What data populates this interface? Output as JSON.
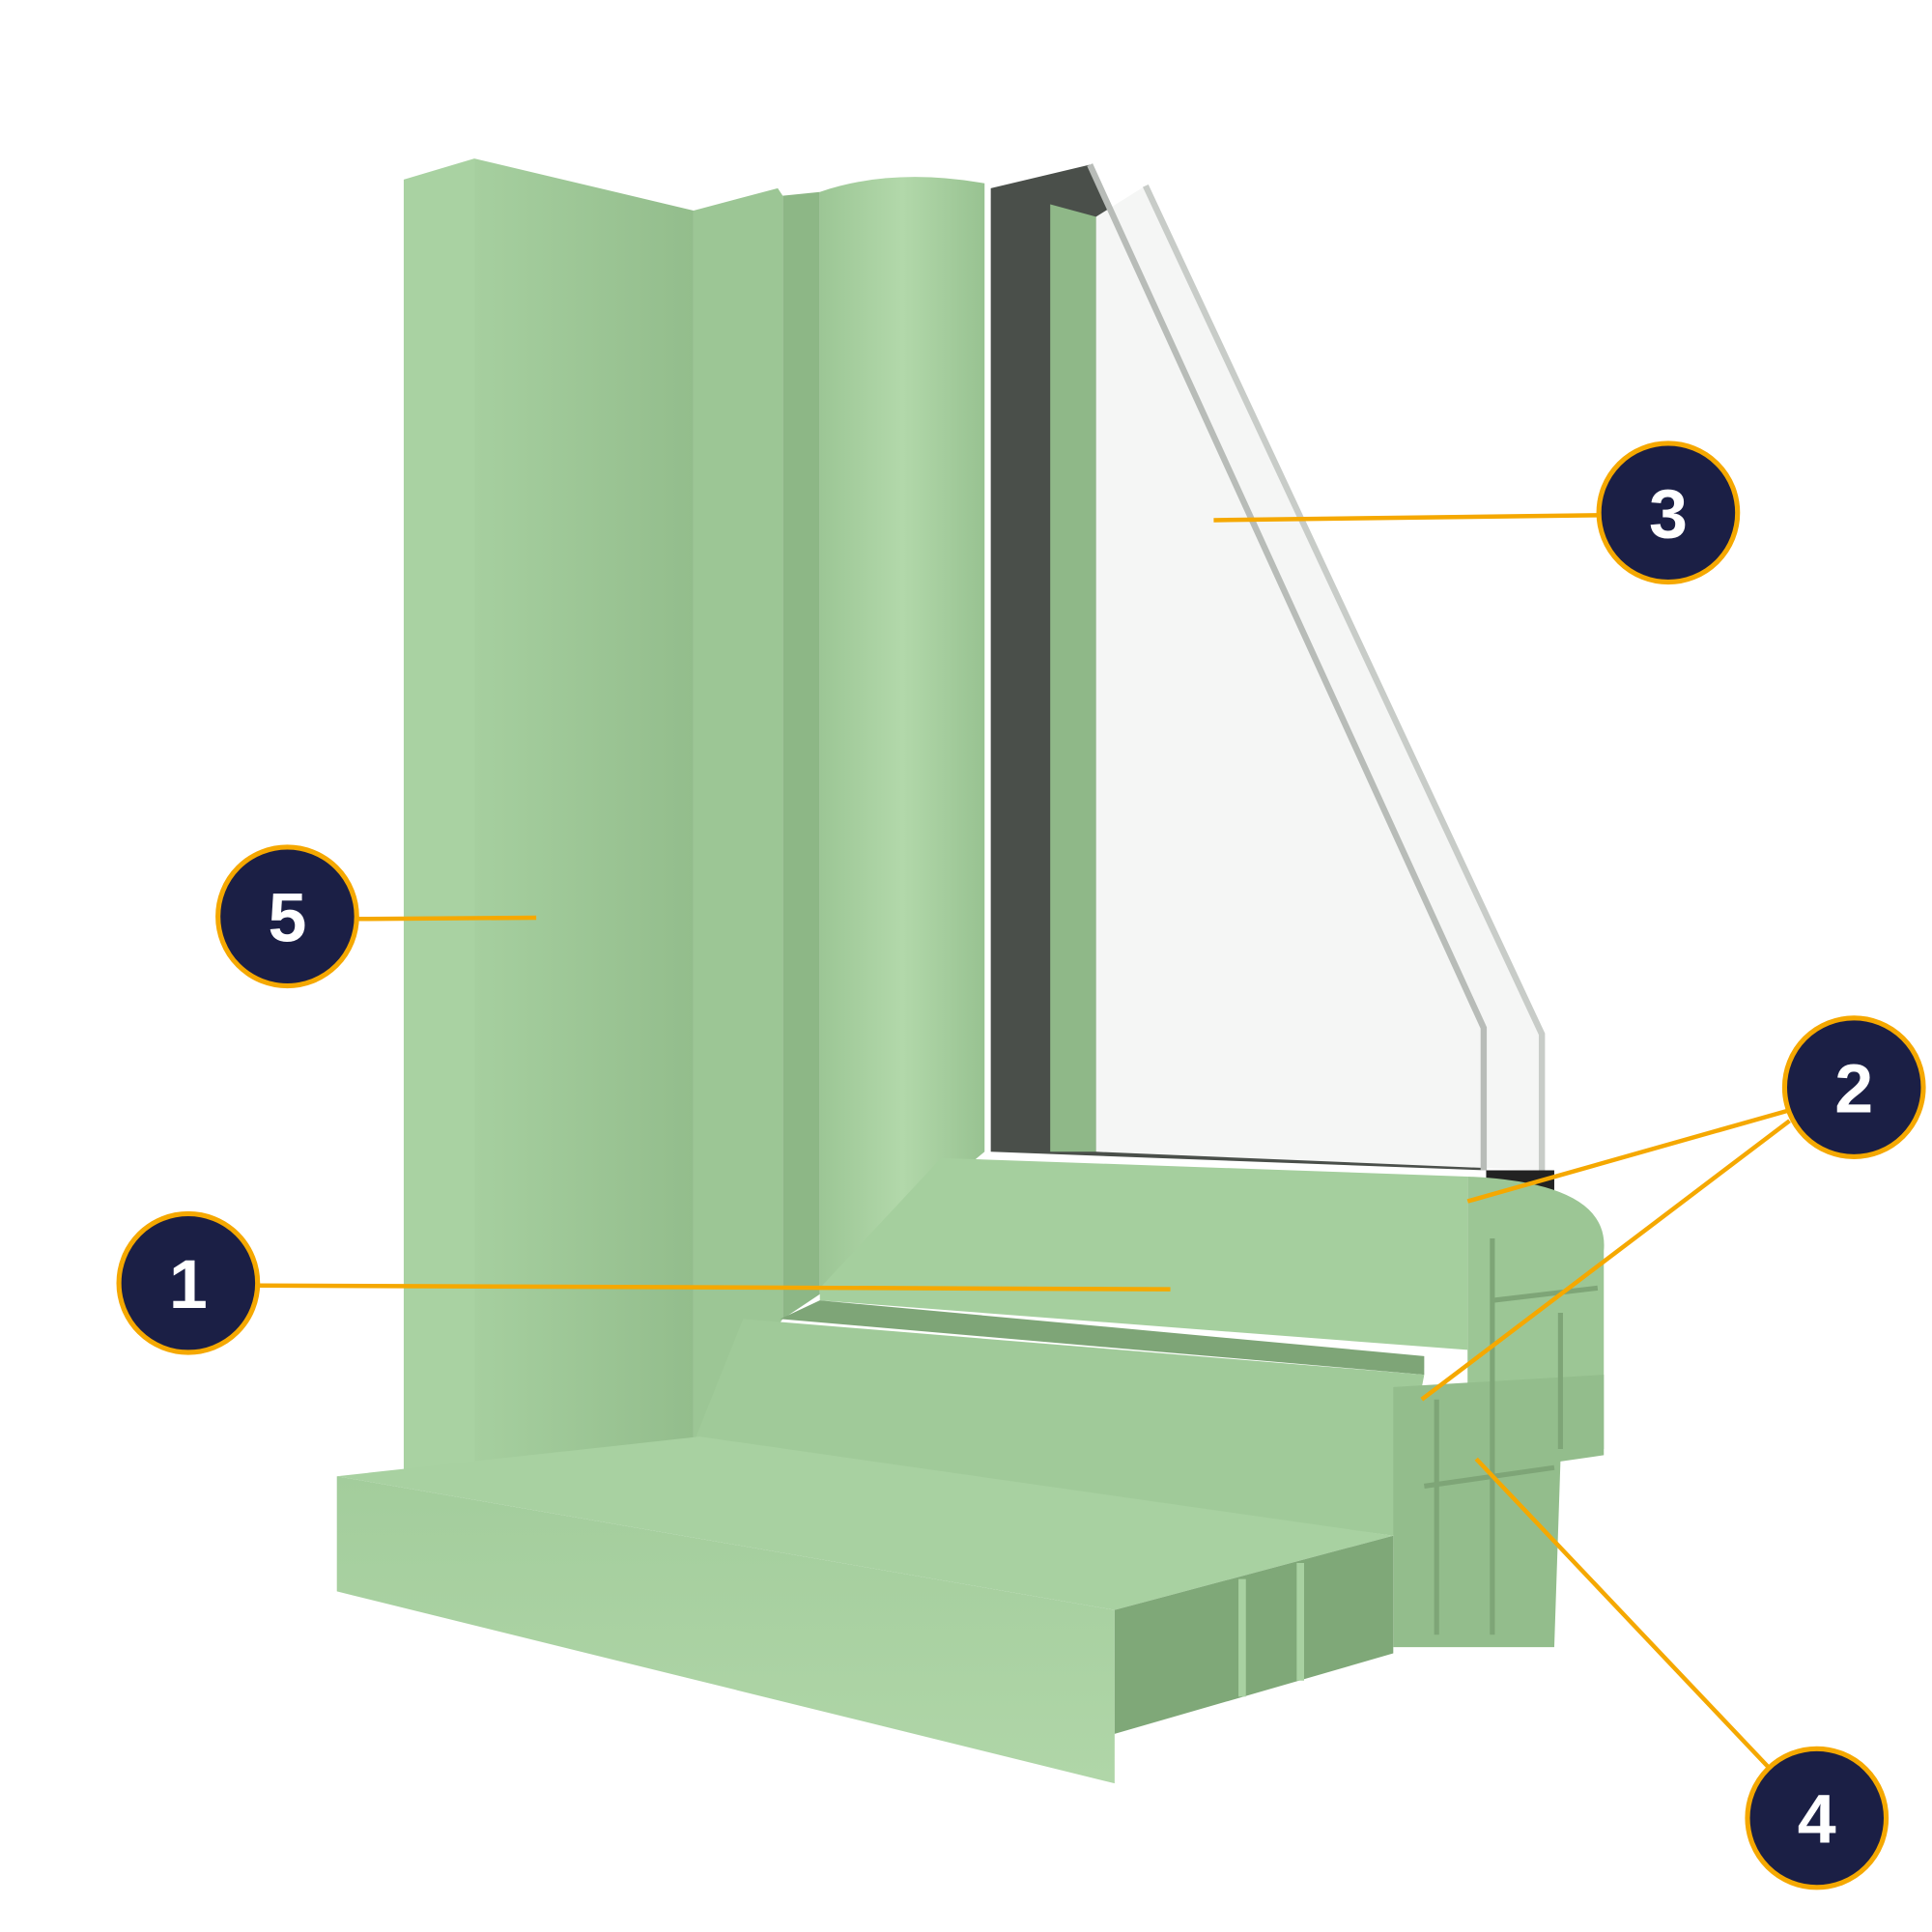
{
  "diagram": {
    "subject": "window-frame-cross-section",
    "colors": {
      "profile": "#a3cd9c",
      "profile_dark": "#8fb888",
      "profile_light": "#b3d9ab",
      "glass": "#f5f6f5",
      "callout_fill": "#1b1f45",
      "callout_ring": "#f5a800",
      "leader": "#f5a800"
    },
    "callouts": [
      {
        "id": "1",
        "label": "1"
      },
      {
        "id": "2",
        "label": "2"
      },
      {
        "id": "3",
        "label": "3"
      },
      {
        "id": "4",
        "label": "4"
      },
      {
        "id": "5",
        "label": "5"
      }
    ]
  }
}
